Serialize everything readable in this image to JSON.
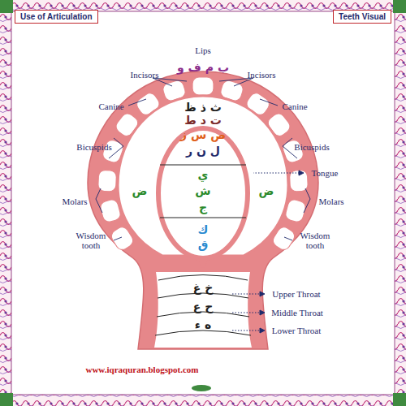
{
  "diagram": {
    "nodes": [
      {
        "text": [
          "Use of Articulation"
        ]
      },
      {
        "text": [
          "Teeth Visual"
        ]
      }
    ],
    "labels": [
      "Lips",
      "ب م ف و",
      "Incisors",
      "Incisors",
      "Canine",
      "Canine",
      "ث ذ ظ",
      "ت د ط",
      "ص س ز",
      "Bicuspids",
      "Bicuspids",
      "ل ن ر",
      "Tongue",
      "ي",
      "ش",
      "ج",
      "ض",
      "ض",
      "Molars",
      "Molars",
      "ك",
      "ق",
      "Wisdom tooth",
      "Wisdom tooth",
      "خ غ",
      "Upper Throat",
      "ح ع",
      "Middle Throat",
      "ه ء",
      "Lower Throat",
      "www.iqraquran.blogspot.com"
    ]
  }
}
